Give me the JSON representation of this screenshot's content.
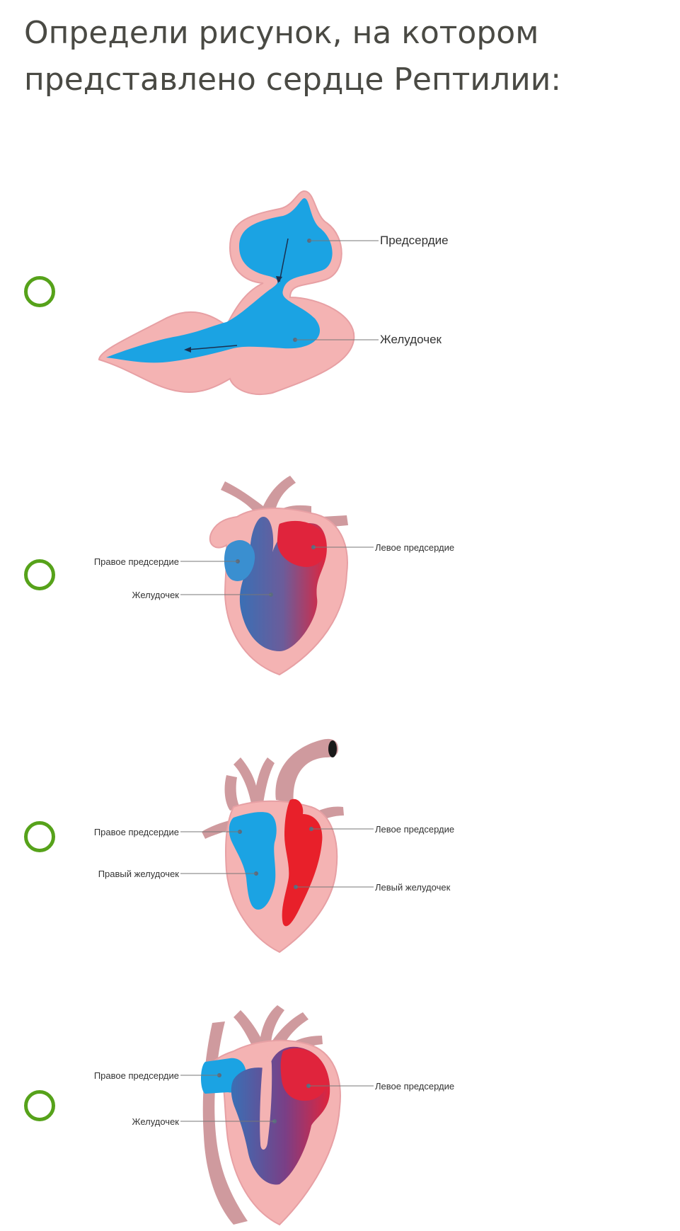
{
  "question": {
    "line1": "Определи рисунок, на котором",
    "line2": "представлено сердце Рептилии:"
  },
  "colors": {
    "radio": "#56a21a",
    "blue": "#1ba3e3",
    "red": "#e8202a",
    "pink": "#f4b3b3",
    "vessel": "#cf9a9e"
  },
  "options": [
    {
      "labels": {
        "atrium": "Предсердие",
        "ventricle": "Желудочек"
      }
    },
    {
      "labels": {
        "right_atrium": "Правое предсердие",
        "left_atrium": "Левое предсердие",
        "ventricle": "Желудочек"
      }
    },
    {
      "labels": {
        "right_atrium": "Правое предсердие",
        "left_atrium": "Левое предсердие",
        "right_ventricle": "Правый желудочек",
        "left_ventricle": "Левый желудочек"
      }
    },
    {
      "labels": {
        "right_atrium": "Правое предсердие",
        "left_atrium": "Левое предсердие",
        "ventricle": "Желудочек"
      }
    }
  ]
}
